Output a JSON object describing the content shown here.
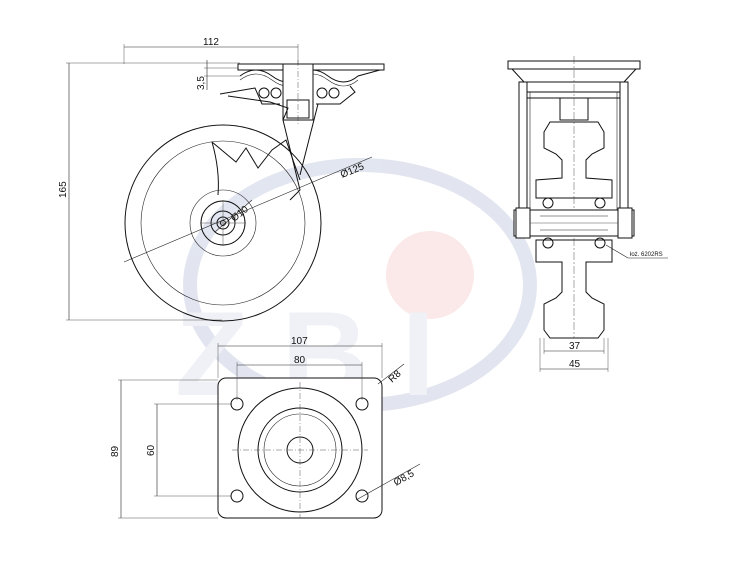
{
  "side_view": {
    "dim_width": "112",
    "dim_height": "165",
    "dim_plate": "3,5",
    "dim_axle": "Ø10",
    "dim_wheel": "Ø125"
  },
  "front_view": {
    "dim_hub": "37",
    "dim_overall": "45",
    "bearing_label": "łoż. 6202RS"
  },
  "plate_view": {
    "dim_width": "107",
    "dim_hole_spacing_x": "80",
    "dim_height": "89",
    "dim_hole_spacing_y": "60",
    "dim_radius": "R8",
    "dim_hole": "Ø8,5"
  },
  "colors": {
    "line": "#111111",
    "watermark_blue": "#dfe3ee",
    "watermark_red": "#fbe6e6"
  }
}
